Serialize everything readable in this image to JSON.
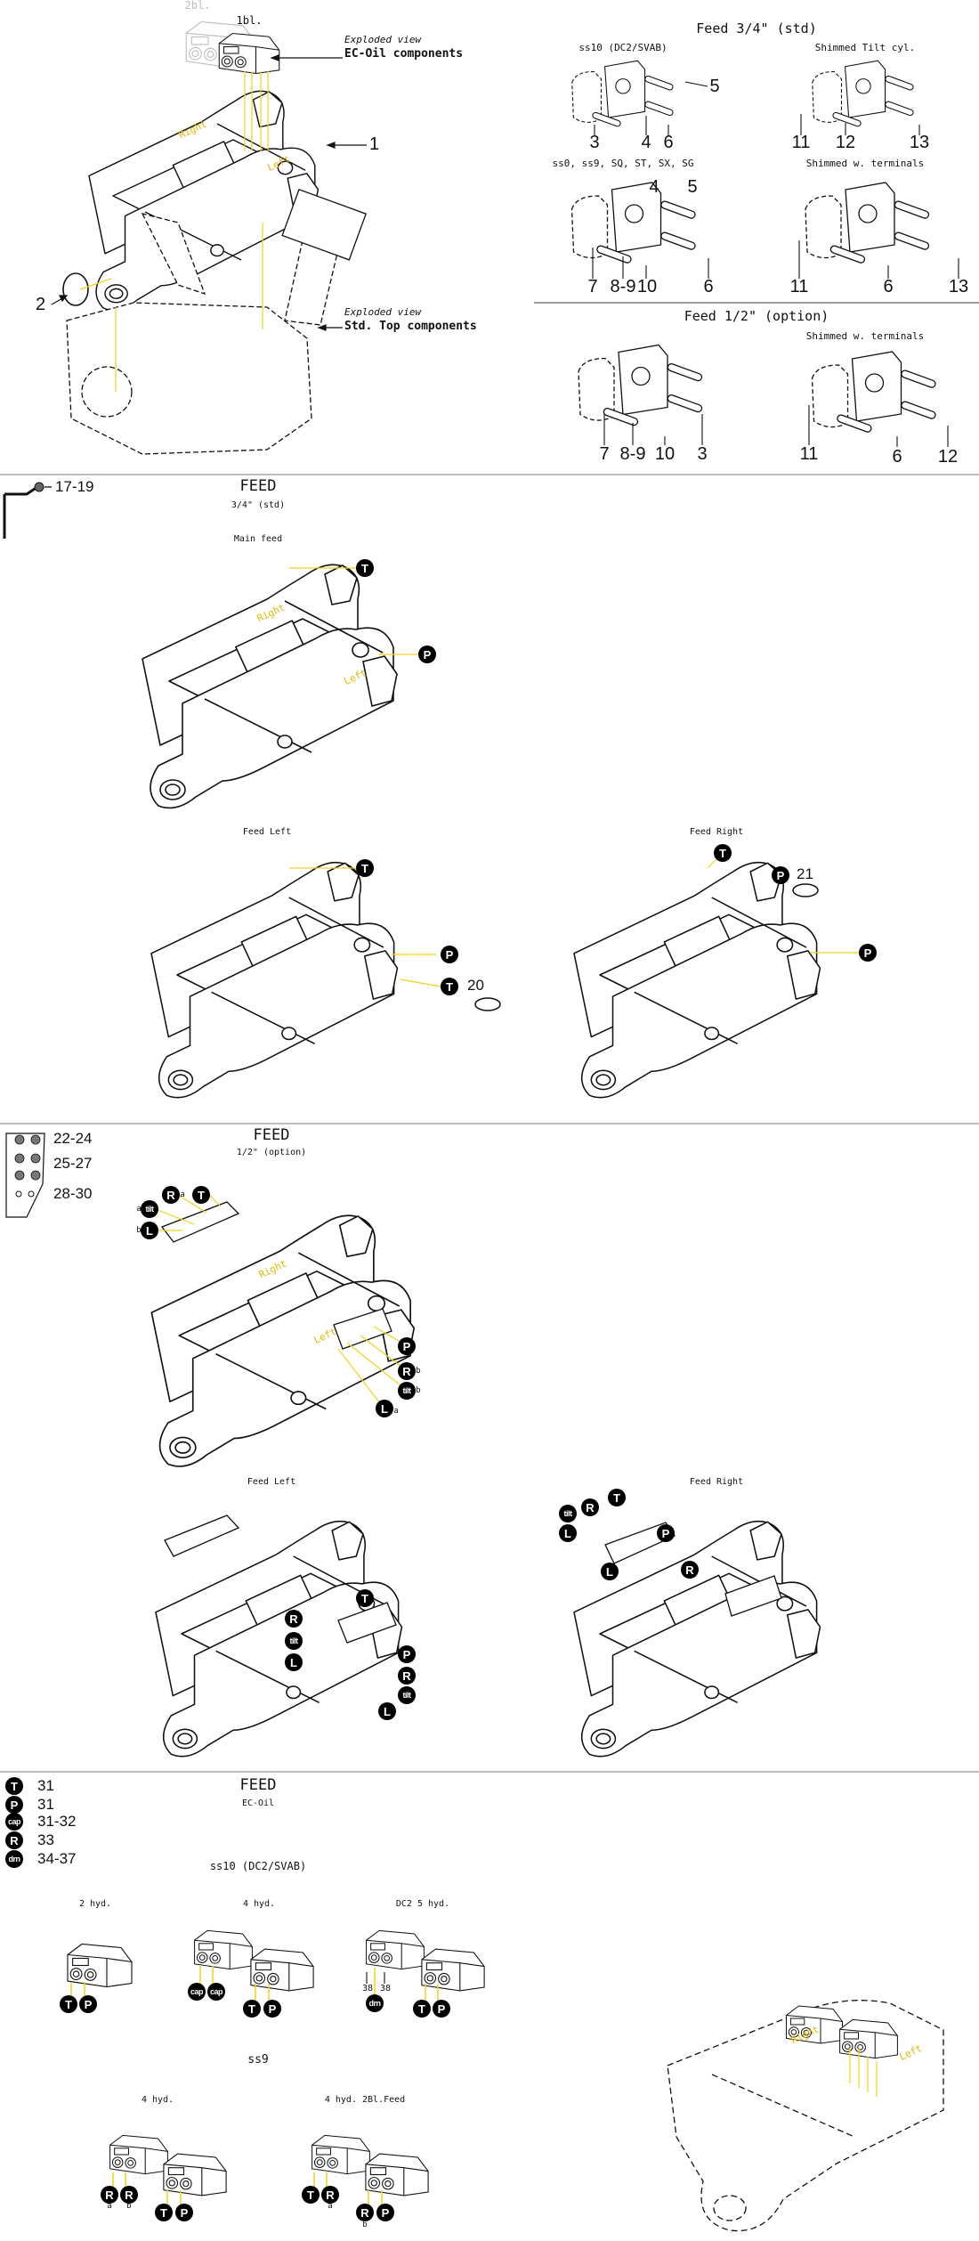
{
  "overview": {
    "label_2bl": "2bl.",
    "label_1bl": "1bl.",
    "exploded_view_1": "Exploded view",
    "ec_oil_components": "EC-Oil components",
    "exploded_view_2": "Exploded view",
    "std_top_components": "Std. Top components",
    "callout_1": "1",
    "callout_2": "2",
    "right": "Right",
    "left": "Left"
  },
  "feed_std_panel": {
    "title": "Feed 3/4\" (std)",
    "ss10": {
      "label": "ss10 (DC2/SVAB)",
      "numbers": [
        "3",
        "4",
        "6",
        "5"
      ]
    },
    "shimmed_tilt": {
      "label": "Shimmed Tilt cyl.",
      "numbers": [
        "11",
        "12",
        "13"
      ]
    },
    "ss0": {
      "label": "ss0, ss9, SQ, ST, SX, SG",
      "numbers": [
        "7",
        "8-9",
        "10",
        "6",
        "4",
        "5"
      ]
    },
    "shimmed_terminals": {
      "label": "Shimmed w. terminals",
      "numbers": [
        "11",
        "6",
        "13"
      ]
    }
  },
  "feed_option_panel": {
    "title": "Feed 1/2\" (option)",
    "std": {
      "numbers": [
        "7",
        "8-9",
        "10",
        "3"
      ]
    },
    "shimmed_terminals": {
      "label": "Shimmed w. terminals",
      "numbers": [
        "11",
        "6",
        "12"
      ]
    }
  },
  "badges": {
    "T": "T",
    "P": "P",
    "R": "R",
    "L": "L",
    "tilt": "tilt",
    "cap": "cap",
    "drn": "drn",
    "a": "a",
    "b": "b"
  },
  "section_feed_std": {
    "title": "FEED",
    "subtitle": "3/4\" (std)",
    "tool_callout": "17-19",
    "main_feed": "Main feed",
    "feed_left": "Feed Left",
    "feed_right": "Feed Right",
    "callout_20": "20",
    "callout_21": "21",
    "right": "Right",
    "left": "Left"
  },
  "section_feed_option": {
    "title": "FEED",
    "subtitle": "1/2\" (option)",
    "callouts": [
      "22-24",
      "25-27",
      "28-30"
    ],
    "feed_left": "Feed Left",
    "feed_right": "Feed Right",
    "right": "Right",
    "left": "Left"
  },
  "section_ec_oil": {
    "title": "FEED",
    "subtitle": "EC-Oil",
    "legend": [
      {
        "badge": "T",
        "parts": "31"
      },
      {
        "badge": "P",
        "parts": "31"
      },
      {
        "badge": "cap",
        "parts": "31-32"
      },
      {
        "badge": "R",
        "parts": "33"
      },
      {
        "badge": "drn",
        "parts": "34-37"
      }
    ],
    "ss10_label": "ss10 (DC2/SVAB)",
    "hyd2": "2 hyd.",
    "hyd4": "4 hyd.",
    "dc2_hyd5": "DC2 5 hyd.",
    "num_38": "38",
    "ss9_label": "ss9",
    "ss9_hyd4": "4 hyd.",
    "ss9_hyd4_2bl": "4 hyd. 2Bl.Feed",
    "right": "Right",
    "left": "Left"
  },
  "colors": {
    "leader": "#f2d21b",
    "divider": "#bdbdbd",
    "side_label": "#e3b800"
  }
}
